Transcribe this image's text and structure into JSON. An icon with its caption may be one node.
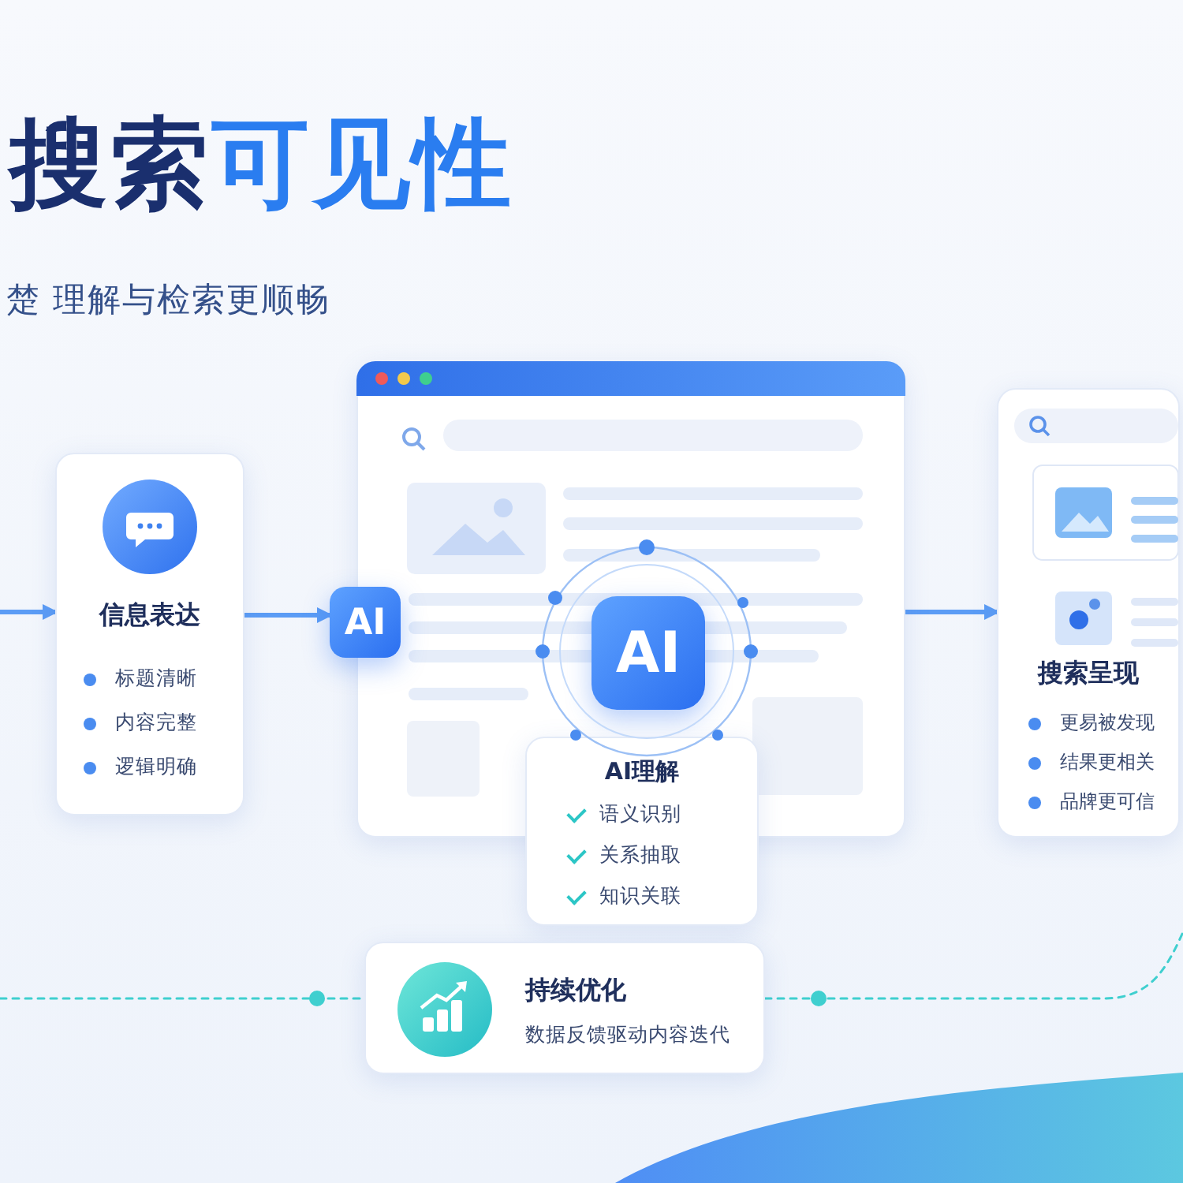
{
  "diagram": {
    "title": "搜索可见性",
    "nodes": [
      {
        "text": [
          "信息表达",
          "标题清晰",
          "内容完整",
          "逻辑明确"
        ]
      },
      {
        "text": [
          "AI"
        ]
      },
      {
        "text": [],
        "shape": "box"
      },
      {
        "text": [
          "AI"
        ],
        "in": 2
      },
      {
        "text": [
          "AI理解",
          "语义识别",
          "关系抽取",
          "知识关联"
        ]
      },
      {
        "text": [
          "搜索呈现",
          "更易被发现",
          "结果更相关",
          "品牌更可信"
        ]
      },
      {
        "text": [
          "持续优化",
          "数据反馈驱动内容迭代"
        ]
      }
    ],
    "edges": [
      {
        "from": null,
        "to": 0,
        "arrow": "to"
      },
      {
        "from": 0,
        "to": 1,
        "arrow": "to"
      },
      {
        "from": 2,
        "to": 5,
        "arrow": "to"
      },
      {
        "from": null,
        "to": 6,
        "arrow": "none",
        "style": "dashed",
        "color": "#3fcfcf"
      },
      {
        "from": 6,
        "to": null,
        "arrow": "none",
        "style": "dashed",
        "color": "#3fcfcf"
      }
    ],
    "labels": [
      "楚 理解与检索更顺畅"
    ]
  }
}
